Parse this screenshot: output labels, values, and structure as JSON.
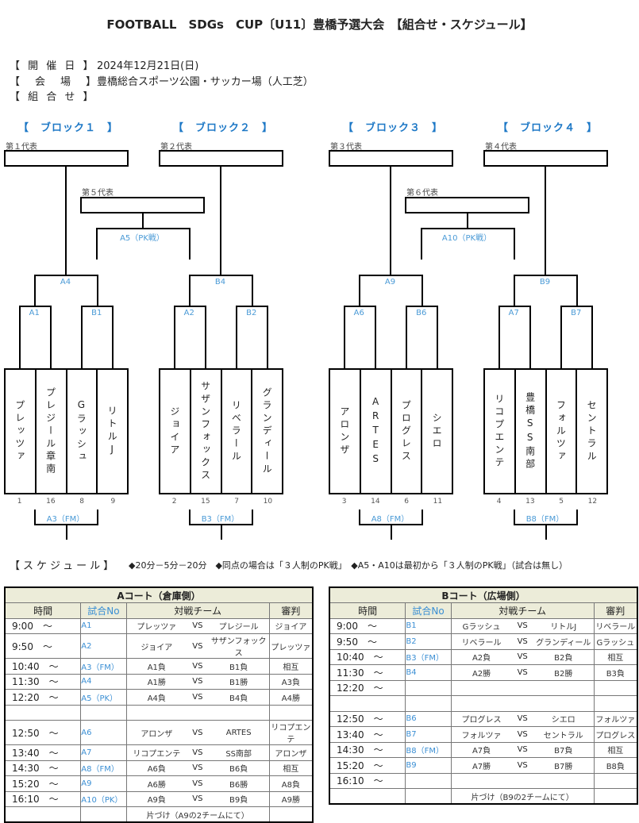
{
  "title": "FOOTBALL　SDGs　CUP〔U11〕豊橋予選大会　【組合せ・スケジュール】",
  "info": [
    {
      "label": "【 開 催 日 】",
      "value": "2024年12月21日(日)"
    },
    {
      "label": "【　会　場　】",
      "value": "豊橋総合スポーツ公園・サッカー場（人工芝）"
    },
    {
      "label": "【 組 合 せ 】",
      "value": ""
    }
  ],
  "blocks": [
    {
      "title": "【　ブロック１　】",
      "rep": "第１代表",
      "final": "A4",
      "semi_left": "A1",
      "semi_right": "B1",
      "third": "A3（FM）",
      "teams": [
        "プレッツァ",
        "プレジール章南",
        "Gラッシュ",
        "リトルJ"
      ],
      "seeds": [
        "1",
        "16",
        "8",
        "9"
      ]
    },
    {
      "title": "【　ブロック２　】",
      "rep": "第２代表",
      "final": "B4",
      "semi_left": "A2",
      "semi_right": "B2",
      "third": "B3（FM）",
      "teams": [
        "ジョイア",
        "サザンフォックス",
        "リベラール",
        "グランディール"
      ],
      "seeds": [
        "2",
        "15",
        "7",
        "10"
      ]
    },
    {
      "title": "【　ブロック３　】",
      "rep": "第３代表",
      "final": "A9",
      "semi_left": "A6",
      "semi_right": "B6",
      "third": "A8（FM）",
      "teams": [
        "アロンザ",
        "ARTES",
        "プログレス",
        "シエロ"
      ],
      "seeds": [
        "3",
        "14",
        "6",
        "11"
      ]
    },
    {
      "title": "【　ブロック４　】",
      "rep": "第４代表",
      "final": "B9",
      "semi_left": "A7",
      "semi_right": "B7",
      "third": "B8（FM）",
      "teams": [
        "リコプエンテ",
        "豊橋SS南部",
        "フォルツァ",
        "セントラル"
      ],
      "seeds": [
        "4",
        "13",
        "5",
        "12"
      ]
    }
  ],
  "playoffs": [
    {
      "rep": "第５代表",
      "match": "A5（PK戦）"
    },
    {
      "rep": "第６代表",
      "match": "A10（PK戦）"
    }
  ],
  "schedule": {
    "title": "【スケジュール】",
    "notes": "◆20分－5分－20分　◆同点の場合は「３人制のPK戦」　◆A5・A10は最初から「３人制のPK戦」（試合は無し）",
    "headers": {
      "time": "時間",
      "match_no": "試合No",
      "teams": "対戦チーム",
      "referee": "審判"
    },
    "vs": "VS",
    "courts": [
      {
        "name": "Aコート（倉庫側）",
        "rows": [
          {
            "time": "9:00　～",
            "no": "A1",
            "home": "プレッツァ",
            "away": "プレジール",
            "ref": "ジョイア"
          },
          {
            "time": "9:50　～",
            "no": "A2",
            "home": "ジョイア",
            "away": "サザンフォックス",
            "ref": "プレッツァ"
          },
          {
            "time": "10:40　～",
            "no": "A3（FM）",
            "home": "A1負",
            "away": "B1負",
            "ref": "相互"
          },
          {
            "time": "11:30　～",
            "no": "A4",
            "home": "A1勝",
            "away": "B1勝",
            "ref": "A3負"
          },
          {
            "time": "12:20　～",
            "no": "A5（PK）",
            "home": "A4負",
            "away": "B4負",
            "ref": "A4勝"
          },
          {
            "time": "",
            "no": "",
            "home": "",
            "away": "",
            "ref": "",
            "blank": true
          },
          {
            "time": "12:50　～",
            "no": "A6",
            "home": "アロンザ",
            "away": "ARTES",
            "ref": "リコプエンテ"
          },
          {
            "time": "13:40　～",
            "no": "A7",
            "home": "リコプエンテ",
            "away": "SS南部",
            "ref": "アロンザ"
          },
          {
            "time": "14:30　～",
            "no": "A8（FM）",
            "home": "A6負",
            "away": "B6負",
            "ref": "相互"
          },
          {
            "time": "15:20　～",
            "no": "A9",
            "home": "A6勝",
            "away": "B6勝",
            "ref": "A8負"
          },
          {
            "time": "16:10　～",
            "no": "A10（PK）",
            "home": "A9負",
            "away": "B9負",
            "ref": "A9勝"
          }
        ],
        "cleanup": "片づけ（A9の2チームにて）"
      },
      {
        "name": "Bコート（広場側）",
        "rows": [
          {
            "time": "9:00　～",
            "no": "B1",
            "home": "Gラッシュ",
            "away": "リトルJ",
            "ref": "リベラール"
          },
          {
            "time": "9:50　～",
            "no": "B2",
            "home": "リベラール",
            "away": "グランディール",
            "ref": "Gラッシュ"
          },
          {
            "time": "10:40　～",
            "no": "B3（FM）",
            "home": "A2負",
            "away": "B2負",
            "ref": "相互"
          },
          {
            "time": "11:30　～",
            "no": "B4",
            "home": "A2勝",
            "away": "B2勝",
            "ref": "B3負"
          },
          {
            "time": "12:20　～",
            "no": "",
            "home": "",
            "away": "",
            "ref": "",
            "novs": true
          },
          {
            "time": "",
            "no": "",
            "home": "",
            "away": "",
            "ref": "",
            "blank": true
          },
          {
            "time": "12:50　～",
            "no": "B6",
            "home": "プログレス",
            "away": "シエロ",
            "ref": "フォルツァ"
          },
          {
            "time": "13:40　～",
            "no": "B7",
            "home": "フォルツァ",
            "away": "セントラル",
            "ref": "プログレス"
          },
          {
            "time": "14:30　～",
            "no": "B8（FM）",
            "home": "A7負",
            "away": "B7負",
            "ref": "相互"
          },
          {
            "time": "15:20　～",
            "no": "B9",
            "home": "A7勝",
            "away": "B7勝",
            "ref": "B8負"
          },
          {
            "time": "16:10　～",
            "no": "",
            "home": "",
            "away": "",
            "ref": "",
            "novs": true
          }
        ],
        "cleanup": "片づけ（B9の2チームにて）"
      }
    ]
  }
}
